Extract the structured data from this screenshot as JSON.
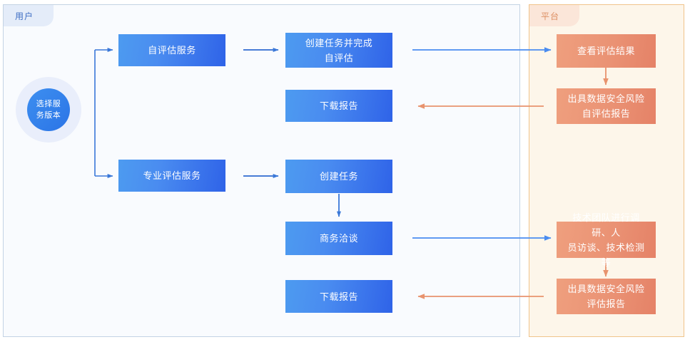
{
  "lanes": {
    "user": {
      "label": "用户"
    },
    "platform": {
      "label": "平台"
    }
  },
  "start_node": {
    "label": "选择服\n务版本"
  },
  "user_nodes": [
    {
      "id": "self-assessment-service",
      "label": "自评估服务"
    },
    {
      "id": "professional-assessment-service",
      "label": "专业评估服务"
    }
  ],
  "task_nodes": [
    {
      "id": "create-task-and-self-assess",
      "label": "创建任务并完成\n自评估"
    },
    {
      "id": "download-report-top",
      "label": "下载报告"
    },
    {
      "id": "create-task",
      "label": "创建任务"
    },
    {
      "id": "business-negotiation",
      "label": "商务洽谈"
    },
    {
      "id": "download-report-bottom",
      "label": "下载报告"
    }
  ],
  "platform_nodes": [
    {
      "id": "view-assessment-result",
      "label": "查看评估结果"
    },
    {
      "id": "issue-self-assessment-report",
      "label": "出具数据安全风险\n自评估报告"
    },
    {
      "id": "tech-team-research",
      "label": "技术团队进行调研、人\n员访谈、技术检测等"
    },
    {
      "id": "issue-assessment-report",
      "label": "出具数据安全风险\n评估报告"
    }
  ],
  "colors": {
    "blue_light": "#4d9bf0",
    "blue_dark": "#2f63e8",
    "orange_light": "#ef9f7e",
    "orange_dark": "#e58267",
    "arrow_blue": "#3a78d8",
    "arrow_blue_bright": "#4a8cf0",
    "arrow_orange": "#e8936e",
    "lane_user_bg": "#f9fbfe",
    "lane_platform_bg": "#fdf6ea",
    "lane_user_border": "#c3d3e4",
    "lane_platform_border": "#f0c48b",
    "tab_user_bg": "#e4ecf9",
    "tab_user_text": "#3f6ec4",
    "tab_platform_bg": "#fbe6d9",
    "tab_platform_text": "#dd8f63",
    "halo": "#e9eefb"
  }
}
